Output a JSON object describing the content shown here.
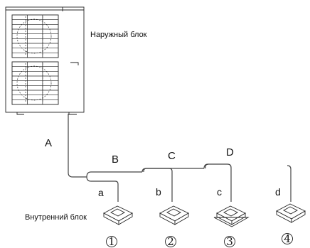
{
  "labels": {
    "outdoor_unit": "Наружный блок",
    "indoor_unit": "Внутренний блок"
  },
  "segments": {
    "a_main": "A",
    "b_main": "B",
    "c_main": "C",
    "d_main": "D"
  },
  "branches": {
    "a": "a",
    "b": "b",
    "c": "c",
    "d": "d"
  },
  "units": {
    "n1": "1",
    "n2": "2",
    "n3": "3",
    "n4": "4"
  }
}
